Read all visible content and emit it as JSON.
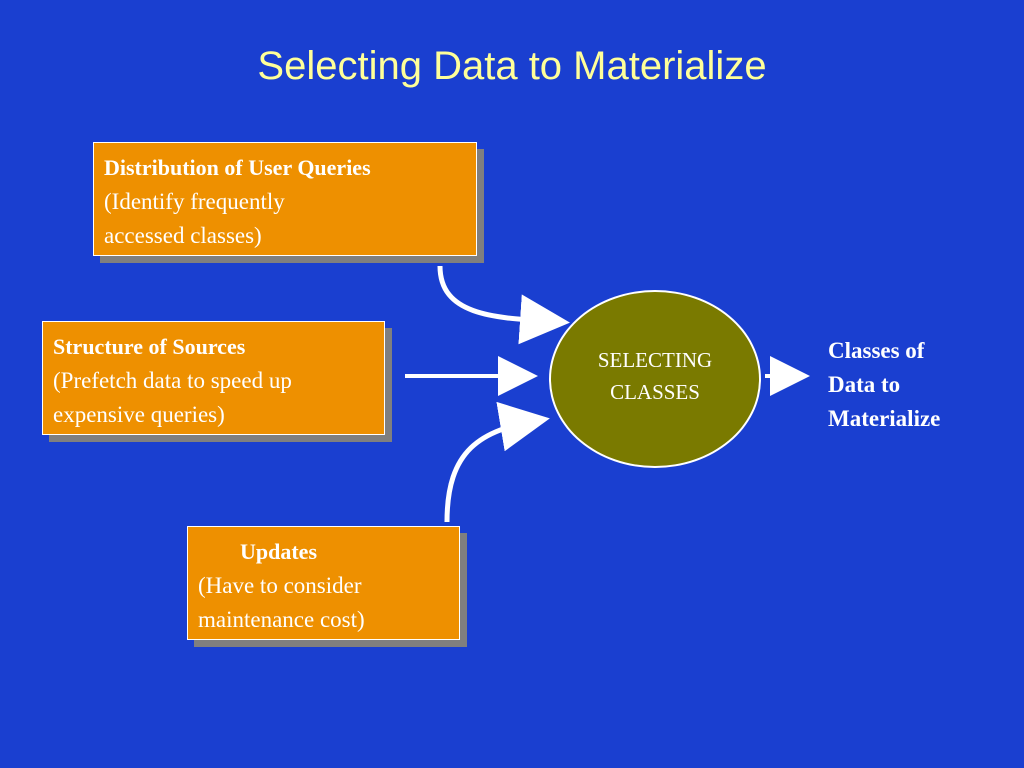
{
  "title": "Selecting Data to Materialize",
  "inputs": {
    "queries": {
      "heading": "Distribution of User Queries",
      "description": "(Identify frequently\naccessed  classes)"
    },
    "sources": {
      "heading": "Structure of Sources",
      "description": "(Prefetch data to speed up\nexpensive queries)"
    },
    "updates": {
      "heading": "Updates",
      "description": "(Have to consider\nmaintenance cost)"
    }
  },
  "process": {
    "line1": "SELECTING",
    "line2": "CLASSES"
  },
  "output": "Classes of\nData to\nMaterialize",
  "colors": {
    "background": "#1a3fd0",
    "title": "#ffff99",
    "box_fill": "#ee9000",
    "ellipse_fill": "#7a7a00",
    "arrow": "#ffffff"
  }
}
